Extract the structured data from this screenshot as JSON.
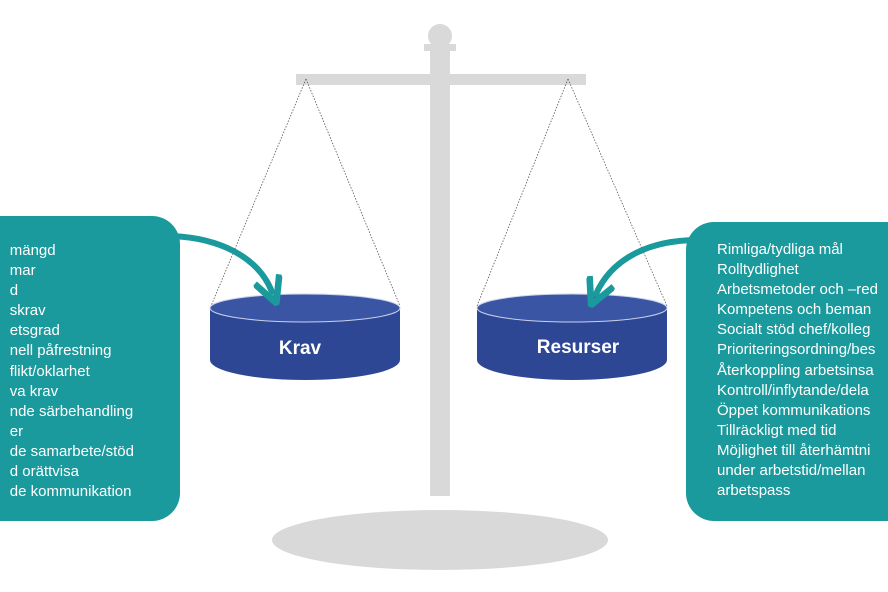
{
  "left_pan": {
    "label": "Krav"
  },
  "right_pan": {
    "label": "Resurser"
  },
  "demands": [
    "mängd",
    "mar",
    "d",
    "skrav",
    "etsgrad",
    "nell påfrestning",
    "flikt/oklarhet",
    "va krav",
    "nde särbehandling",
    "er",
    "de samarbete/stöd",
    "d orättvisa",
    "de kommunikation"
  ],
  "resources": [
    "Rimliga/tydliga mål",
    "Rolltydlighet",
    "Arbetsmetoder och –red",
    "Kompetens och beman",
    "Socialt stöd chef/kolleg",
    "Prioriteringsordning/bes",
    "Återkoppling arbetsinsa",
    "Kontroll/inflytande/dela",
    "Öppet kommunikations",
    "Tillräckligt med tid",
    "Möjlighet till återhämtni",
    "under arbetstid/mellan",
    "arbetspass"
  ],
  "colors": {
    "scale": "#d9d9d9",
    "pan_fill": "#2e4795",
    "pan_top": "#3a55a4",
    "panel": "#1a9a9c",
    "arrow": "#1a9a9c"
  }
}
